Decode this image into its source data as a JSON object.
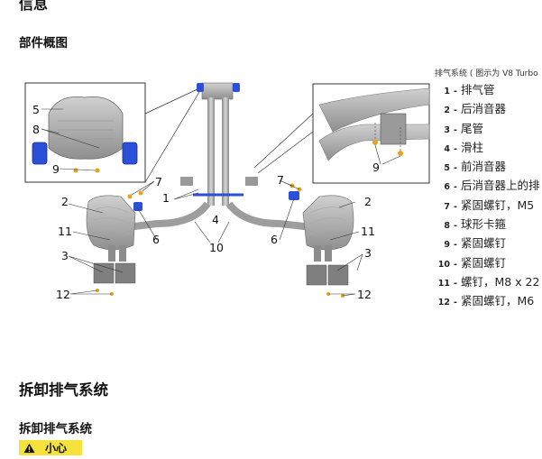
{
  "page": {
    "top_heading": "信息",
    "overview_title": "部件概图",
    "section_title": "拆卸排气系统",
    "sub_title": "拆卸排气系统",
    "caution_label": "小心"
  },
  "legend": {
    "caption": "排气系统 ( 图示为 V8 Turbo",
    "items": [
      {
        "num": "1",
        "text": "排气管"
      },
      {
        "num": "2",
        "text": "后消音器"
      },
      {
        "num": "3",
        "text": "尾管"
      },
      {
        "num": "4",
        "text": "滑柱"
      },
      {
        "num": "5",
        "text": "前消音器"
      },
      {
        "num": "6",
        "text": "后消音器上的排"
      },
      {
        "num": "7",
        "text": "紧固螺钉，M5"
      },
      {
        "num": "8",
        "text": "球形卡箍"
      },
      {
        "num": "9",
        "text": "紧固螺钉"
      },
      {
        "num": "10",
        "text": "紧固螺钉"
      },
      {
        "num": "11",
        "text": "螺钉，M8 x 22"
      },
      {
        "num": "12",
        "text": "紧固螺钉，M6"
      }
    ]
  },
  "diagram": {
    "labels": {
      "l5": "5",
      "l8": "8",
      "l9a": "9",
      "l9b": "9",
      "l7a": "7",
      "l7b": "7",
      "l1": "1",
      "l4": "4",
      "l2a": "2",
      "l2b": "2",
      "l6a": "6",
      "l6b": "6",
      "l11a": "11",
      "l11b": "11",
      "l10": "10",
      "l3a": "3",
      "l3b": "3",
      "l12a": "12",
      "l12b": "12"
    }
  },
  "colors": {
    "caution_bg": "#f5e23a",
    "clamp_blue": "#2b4fd6",
    "bolt_orange": "#e8a21c",
    "pipe_gray": "#a9a9a9"
  }
}
